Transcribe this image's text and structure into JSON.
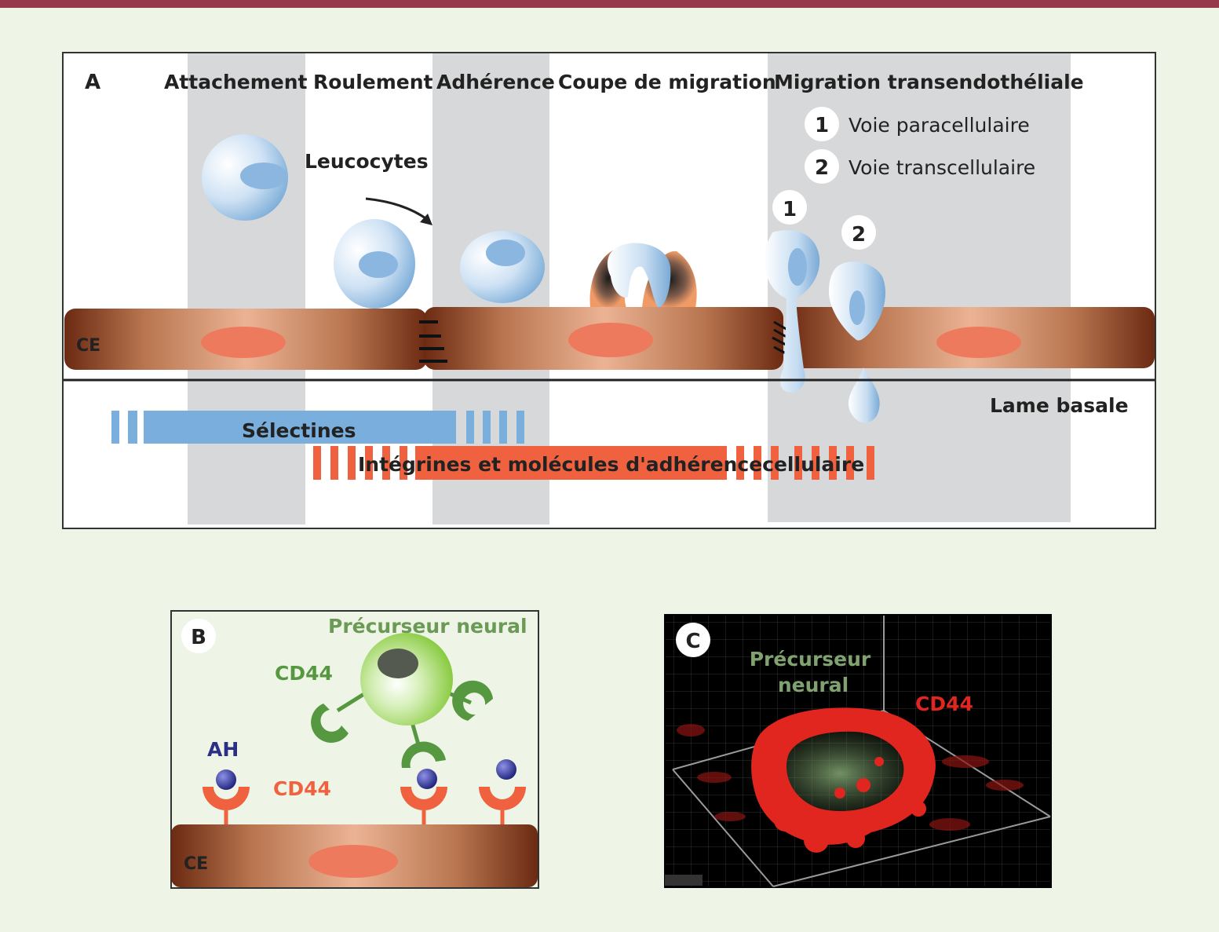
{
  "panel_a": {
    "letter": "A",
    "stages": [
      "Attachement",
      "Roulement",
      "Adhérence",
      "Coupe de migration",
      "Migration transendothéliale"
    ],
    "legend": [
      {
        "num": "1",
        "text": "Voie paracellulaire"
      },
      {
        "num": "2",
        "text": "Voie transcellulaire"
      }
    ],
    "leucocytes_label": "Leucocytes",
    "path_markers": [
      "1",
      "2"
    ],
    "endothelial_label": "CE",
    "lame_basale_label": "Lame basale",
    "selectines_label": "Sélectines",
    "integrines_label": "Intégrines et molécules d'adhérencecellulaire"
  },
  "panel_b": {
    "letter": "B",
    "title": "Précurseur neural",
    "cd44_green": "CD44",
    "ah_label": "AH",
    "cd44_red": "CD44",
    "endothelial_label": "CE"
  },
  "panel_c": {
    "letter": "C",
    "precursor_label_1": "Précurseur",
    "precursor_label_2": "neural",
    "cd44_label": "CD44"
  },
  "colors": {
    "top_bar": "#96394a",
    "background": "#eef5e6",
    "gray_band": "#d7d8d9",
    "selectin_blue": "#7aaedc",
    "integrin_red": "#f0623f",
    "cd44_green": "#56983f",
    "ah_blue": "#2b2f86",
    "cd44_red_label": "#f0623f",
    "confocal_red": "#e1251f",
    "confocal_green": "#7fa270"
  }
}
